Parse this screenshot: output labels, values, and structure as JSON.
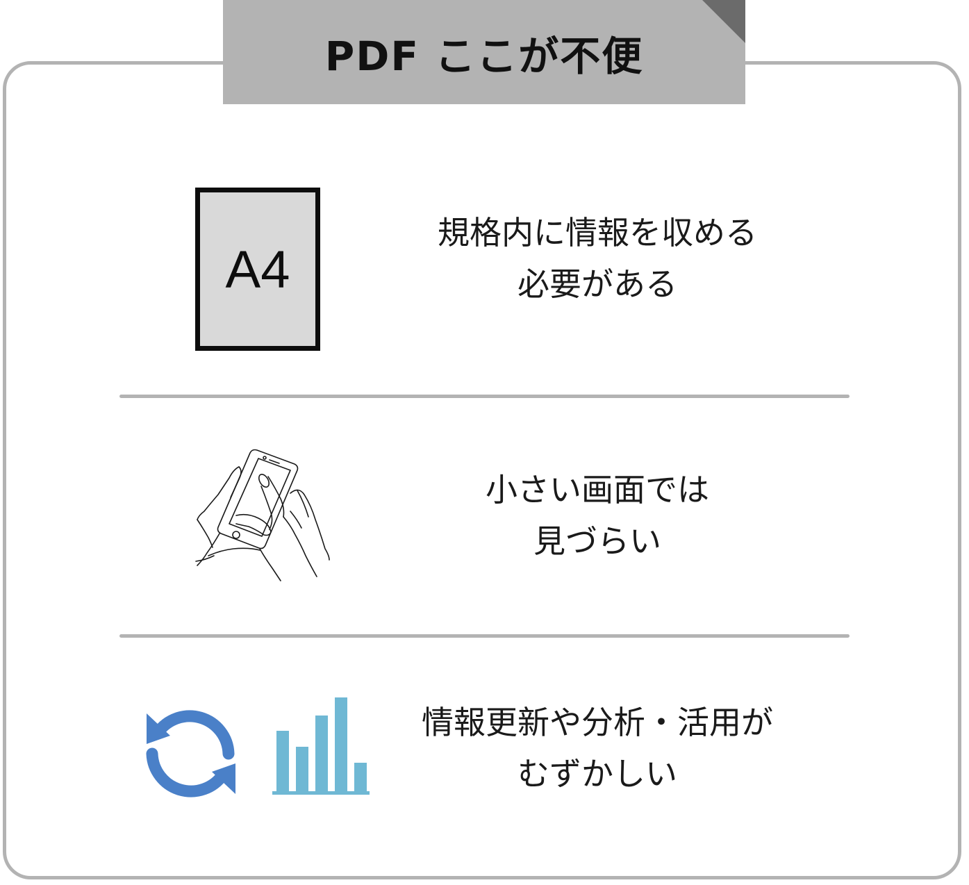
{
  "title": "PDF ここが不便",
  "items": [
    {
      "icon": "a4-paper-icon",
      "icon_label": "A4",
      "line1": "規格内に情報を収める",
      "line2": "必要がある"
    },
    {
      "icon": "smartphone-hands-icon",
      "line1": "小さい画面では",
      "line2": "見づらい"
    },
    {
      "icon": "refresh-and-bar-chart-icon",
      "line1": "情報更新や分析・活用が",
      "line2": "むずかしい"
    }
  ],
  "colors": {
    "frame": "#b3b3b3",
    "fold": "#6b6b6b",
    "a4_fill": "#d9d9d9",
    "refresh_icon": "#4a80c8",
    "bar_chart": "#6fb8d4"
  }
}
